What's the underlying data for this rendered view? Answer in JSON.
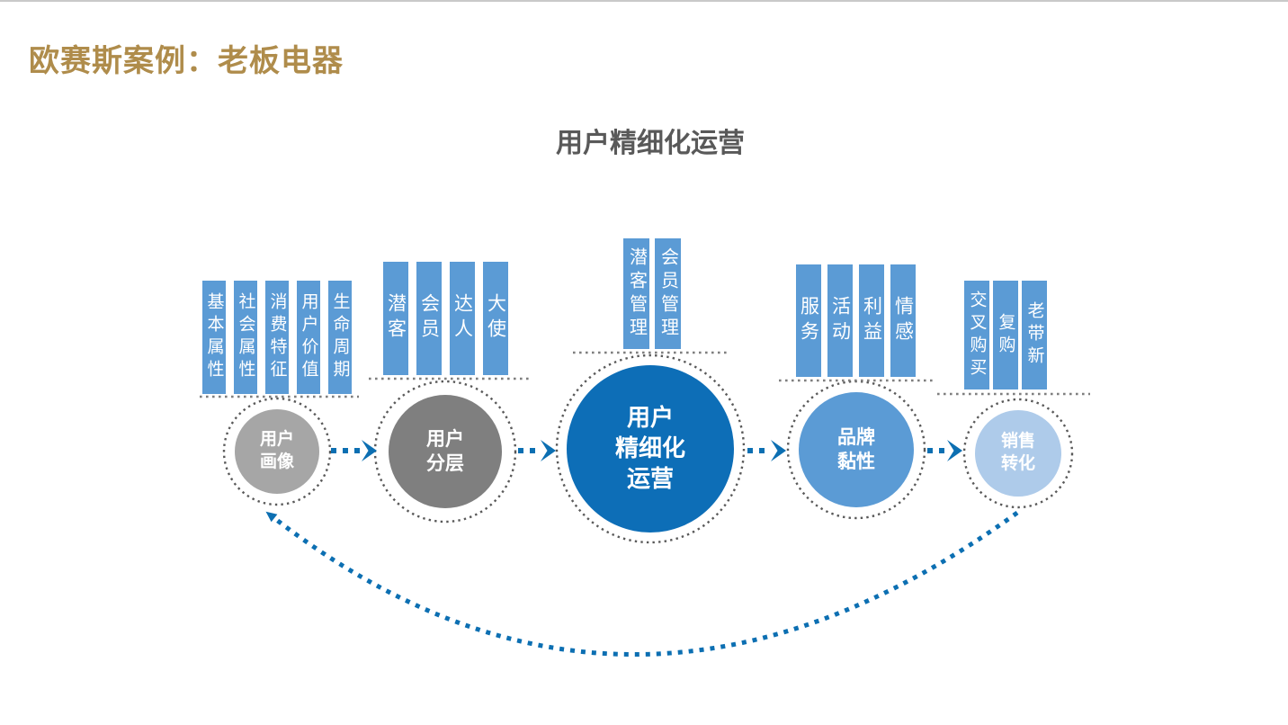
{
  "slide": {
    "title": "欧赛斯案例：老板电器",
    "diagram_title": "用户精细化运营"
  },
  "colors": {
    "title_gold": "#AF8C4B",
    "heading_gray": "#595959",
    "bar_blue": "#5B9BD5",
    "circle_gray_light": "#A6A6A6",
    "circle_gray_dark": "#7F7F7F",
    "circle_blue_primary": "#0D6EB7",
    "circle_blue_medium": "#5B9BD5",
    "circle_blue_light": "#AECBEA",
    "arrow_blue": "#0C6FB2",
    "dotted_ring_gray": "#595959",
    "baseline_gray": "#7F7F7F"
  },
  "stages": [
    {
      "key": "user-portrait",
      "circle": {
        "lines": [
          "用户",
          "画像"
        ]
      },
      "bars": [
        "基本属性",
        "社会属性",
        "消费特征",
        "用户价值",
        "生命周期"
      ]
    },
    {
      "key": "user-segmentation",
      "circle": {
        "lines": [
          "用户",
          "分层"
        ]
      },
      "bars": [
        "潜客",
        "会员",
        "达人",
        "大使"
      ]
    },
    {
      "key": "refined-operation",
      "circle": {
        "lines": [
          "用户",
          "精细化",
          "运营"
        ]
      },
      "bars": [
        "潜客管理",
        "会员管理"
      ]
    },
    {
      "key": "brand-stickiness",
      "circle": {
        "lines": [
          "品牌",
          "黏性"
        ]
      },
      "bars": [
        "服务",
        "活动",
        "利益",
        "情感"
      ]
    },
    {
      "key": "sales-conversion",
      "circle": {
        "lines": [
          "销售",
          "转化"
        ]
      },
      "bars": [
        "交叉购买",
        "复购",
        "老带新"
      ]
    }
  ]
}
